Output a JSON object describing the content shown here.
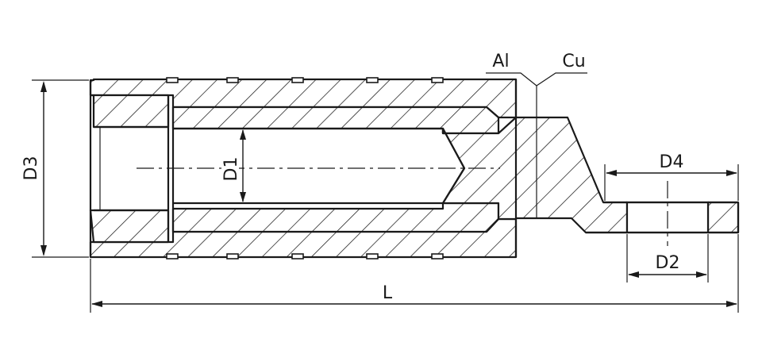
{
  "labels": {
    "d3": "D3",
    "d1": "D1",
    "d4": "D4",
    "d2": "D2",
    "length": "L",
    "aluminium": "Al",
    "copper": "Cu"
  },
  "colors": {
    "line": "#1a1a1a",
    "background": "#ffffff"
  }
}
